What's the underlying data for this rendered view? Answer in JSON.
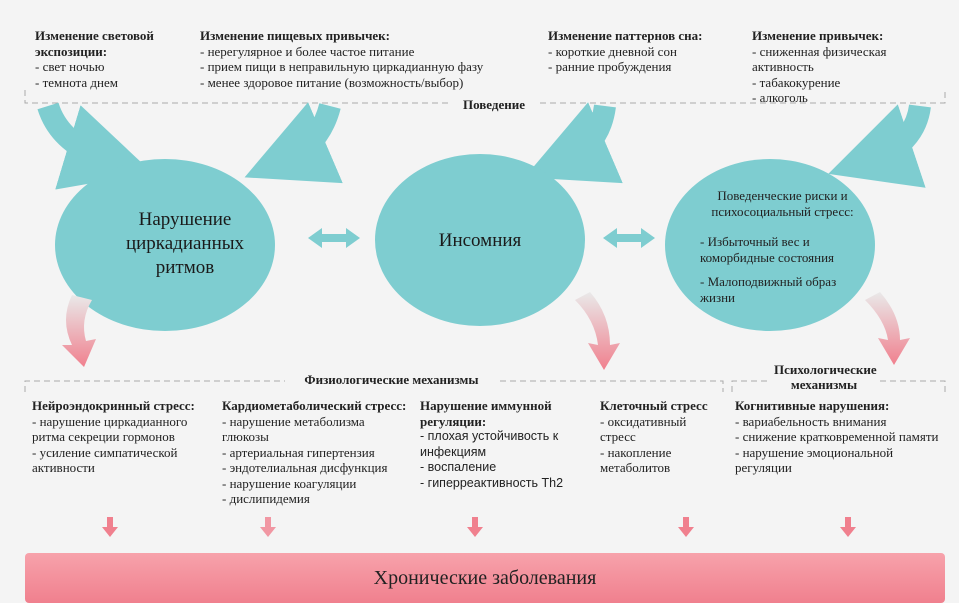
{
  "behavior": {
    "label": "Поведение",
    "groups": [
      {
        "title": "Изменение световой экспозиции:",
        "items": [
          "- свет ночью",
          "- темнота днем"
        ]
      },
      {
        "title": "Изменение пищевых привычек:",
        "items": [
          "- нерегулярное и более частое питание",
          "- прием пищи в неправильную циркадианную фазу",
          "- менее здоровое питание (возможность/выбор)"
        ]
      },
      {
        "title": "Изменение паттернов сна:",
        "items": [
          "- короткие дневной сон",
          "- ранние пробуждения"
        ]
      },
      {
        "title": "Изменение привычек:",
        "items": [
          "- сниженная физическая активность",
          "- табакокурение",
          "- алкоголь"
        ]
      }
    ]
  },
  "circles": {
    "circadian": "Нарушение циркадианных ритмов",
    "insomnia": "Инсомния",
    "risks": {
      "title": "Поведенческие риски и психосоциальный стресс:",
      "items": [
        "- Избыточный вес и коморбидные состояния",
        "- Малоподвижный образ жизни"
      ]
    }
  },
  "physiological": {
    "label": "Физиологические механизмы",
    "groups": [
      {
        "title": "Нейроэндокринный стресс:",
        "items": [
          "- нарушение циркадианного ритма секреции гормонов",
          "- усиление симпатической активности"
        ]
      },
      {
        "title": "Кардиометаболический стресс:",
        "items": [
          "- нарушение метаболизма глюкозы",
          "- артериальная гипертензия",
          "- эндотелиальная дисфункция",
          "- нарушение коагуляции",
          "- дислипидемия"
        ]
      },
      {
        "title": "Нарушение иммунной регуляции:",
        "items": [
          "- плохая устойчивость к инфекциям",
          "- воспаление",
          "- гиперреактивность Th2"
        ]
      },
      {
        "title": "Клеточный стресс",
        "items": [
          "- оксидативный стресс",
          "- накопление метаболитов"
        ]
      }
    ]
  },
  "psychological": {
    "label": "Психологические механизмы",
    "groups": [
      {
        "title": "Когнитивные нарушения:",
        "items": [
          "- вариабельность внимания",
          "- снижение кратковременной памяти",
          "- нарушение эмоциональной регуляции"
        ]
      }
    ]
  },
  "outcome": "Хронические заболевания",
  "colors": {
    "teal": "#7ecdd0",
    "pink": "#f0808e"
  }
}
